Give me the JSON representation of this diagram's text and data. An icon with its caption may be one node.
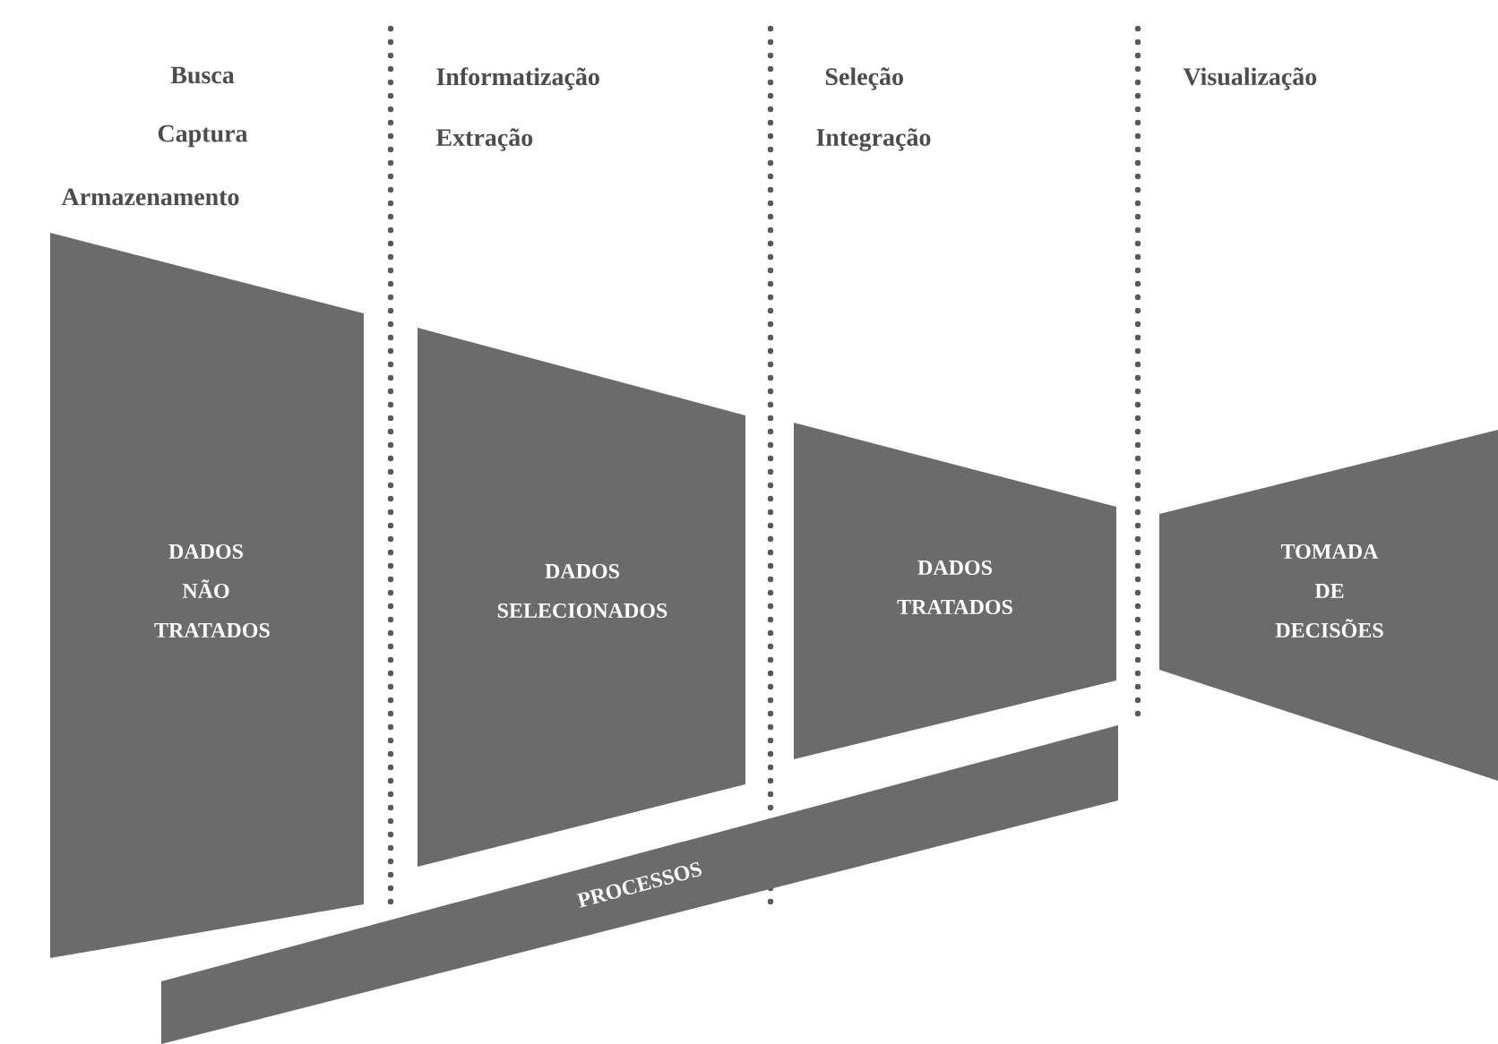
{
  "diagram": {
    "nodes": [
      {
        "text": [
          "DADOS NÃO TRATADOS"
        ]
      },
      {
        "text": [
          "DADOS SELECIONADOS"
        ]
      },
      {
        "text": [
          "DADOS TRATADOS"
        ]
      },
      {
        "text": [
          "TOMADA DE DECISÕES"
        ]
      },
      {
        "text": [
          "PROCESSOS"
        ]
      }
    ],
    "labels": [
      "Busca",
      "Captura",
      "Armazenamento",
      "Informatização",
      "Extração",
      "Seleção",
      "Integração",
      "Visualização"
    ]
  }
}
